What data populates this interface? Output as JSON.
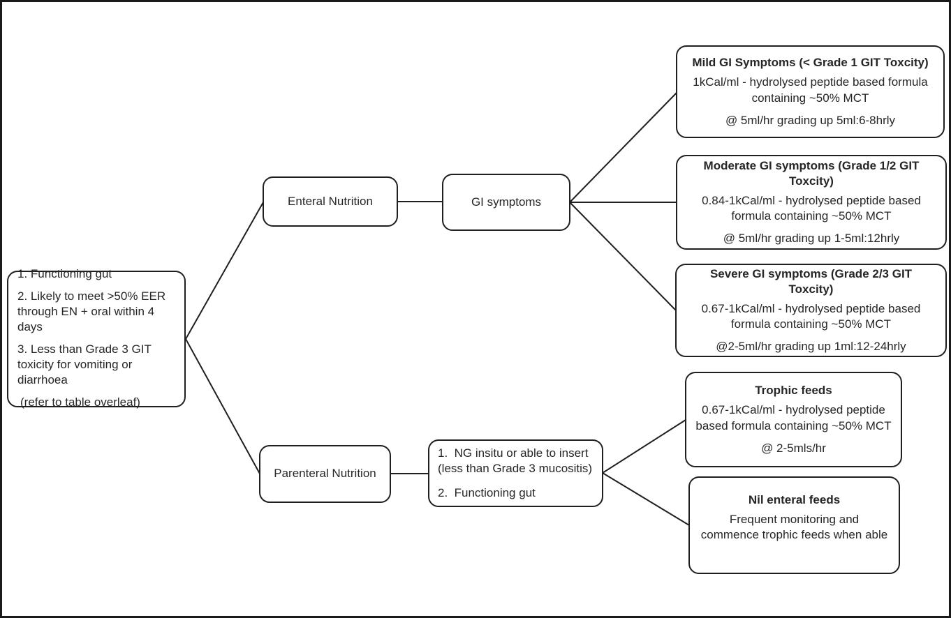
{
  "boxes": {
    "criteria": {
      "item1": "1. Functioning gut",
      "item2": "2. Likely to meet >50% EER through EN + oral within 4 days",
      "item3": "3. Less than Grade 3 GIT toxicity for vomiting or diarrhoea",
      "note": "(refer to table overleaf)"
    },
    "enteral": {
      "label": "Enteral Nutrition"
    },
    "gi_symptoms": {
      "label": "GI symptoms"
    },
    "mild": {
      "title": "Mild GI Symptoms (< Grade 1 GIT Toxcity)",
      "formula": "1kCal/ml - hydrolysed peptide based formula containing ~50% MCT",
      "rate": "@ 5ml/hr grading up 5ml:6-8hrly"
    },
    "moderate": {
      "title": "Moderate GI symptoms (Grade 1/2 GIT Toxcity)",
      "formula": "0.84-1kCal/ml - hydrolysed peptide based formula containing ~50% MCT",
      "rate": "@ 5ml/hr grading up 1-5ml:12hrly"
    },
    "severe": {
      "title": "Severe GI symptoms (Grade 2/3 GIT Toxcity)",
      "formula": "0.67-1kCal/ml - hydrolysed peptide based formula containing ~50% MCT",
      "rate": "@2-5ml/hr grading up 1ml:12-24hrly"
    },
    "parenteral": {
      "label": "Parenteral Nutrition"
    },
    "ng_criteria": {
      "item1": "1.  NG insitu or able to insert (less than Grade 3 mucositis)",
      "item2": "2.  Functioning gut"
    },
    "trophic": {
      "title": "Trophic feeds",
      "formula": "0.67-1kCal/ml - hydrolysed peptide based formula containing ~50% MCT",
      "rate": "@ 2-5mls/hr"
    },
    "nil": {
      "title": "Nil enteral feeds",
      "body": "Frequent monitoring and commence trophic feeds when able"
    }
  },
  "colors": {
    "line": "#1f1f1f",
    "text": "#262626",
    "background": "#ffffff"
  }
}
